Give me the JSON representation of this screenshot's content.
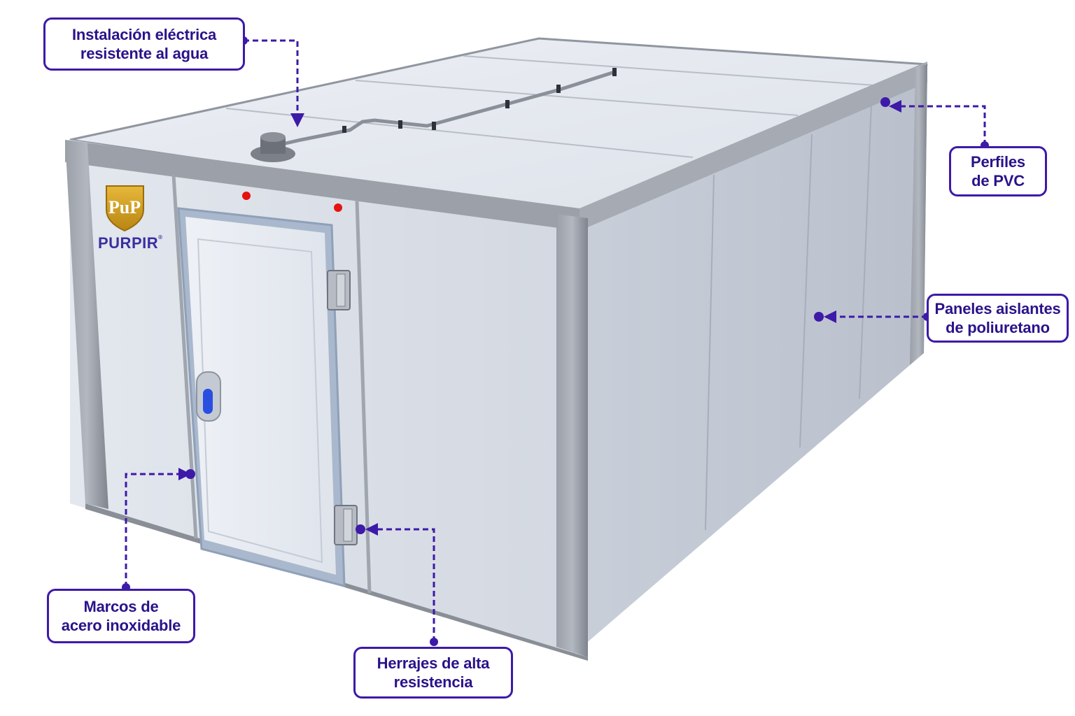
{
  "brand": {
    "name": "PURPIR",
    "mark": "PuP",
    "registered": "®"
  },
  "colors": {
    "accent": "#3d1aa8",
    "callout_text": "#2b128a",
    "panel": "#d7dde6",
    "frame": "#8a8f97",
    "logo_gold": "#d7a526",
    "handle_blue": "#2a4fe0",
    "led_red": "#e5120f"
  },
  "callouts": {
    "electrical": [
      "Instalación eléctrica",
      "resistente al agua"
    ],
    "profiles": [
      "Perfiles",
      "de PVC"
    ],
    "panels": [
      "Paneles aislantes",
      "de poliuretano"
    ],
    "frames": [
      "Marcos de",
      "acero inoxidable"
    ],
    "hardware": [
      "Herrajes de alta",
      "resistencia"
    ]
  }
}
